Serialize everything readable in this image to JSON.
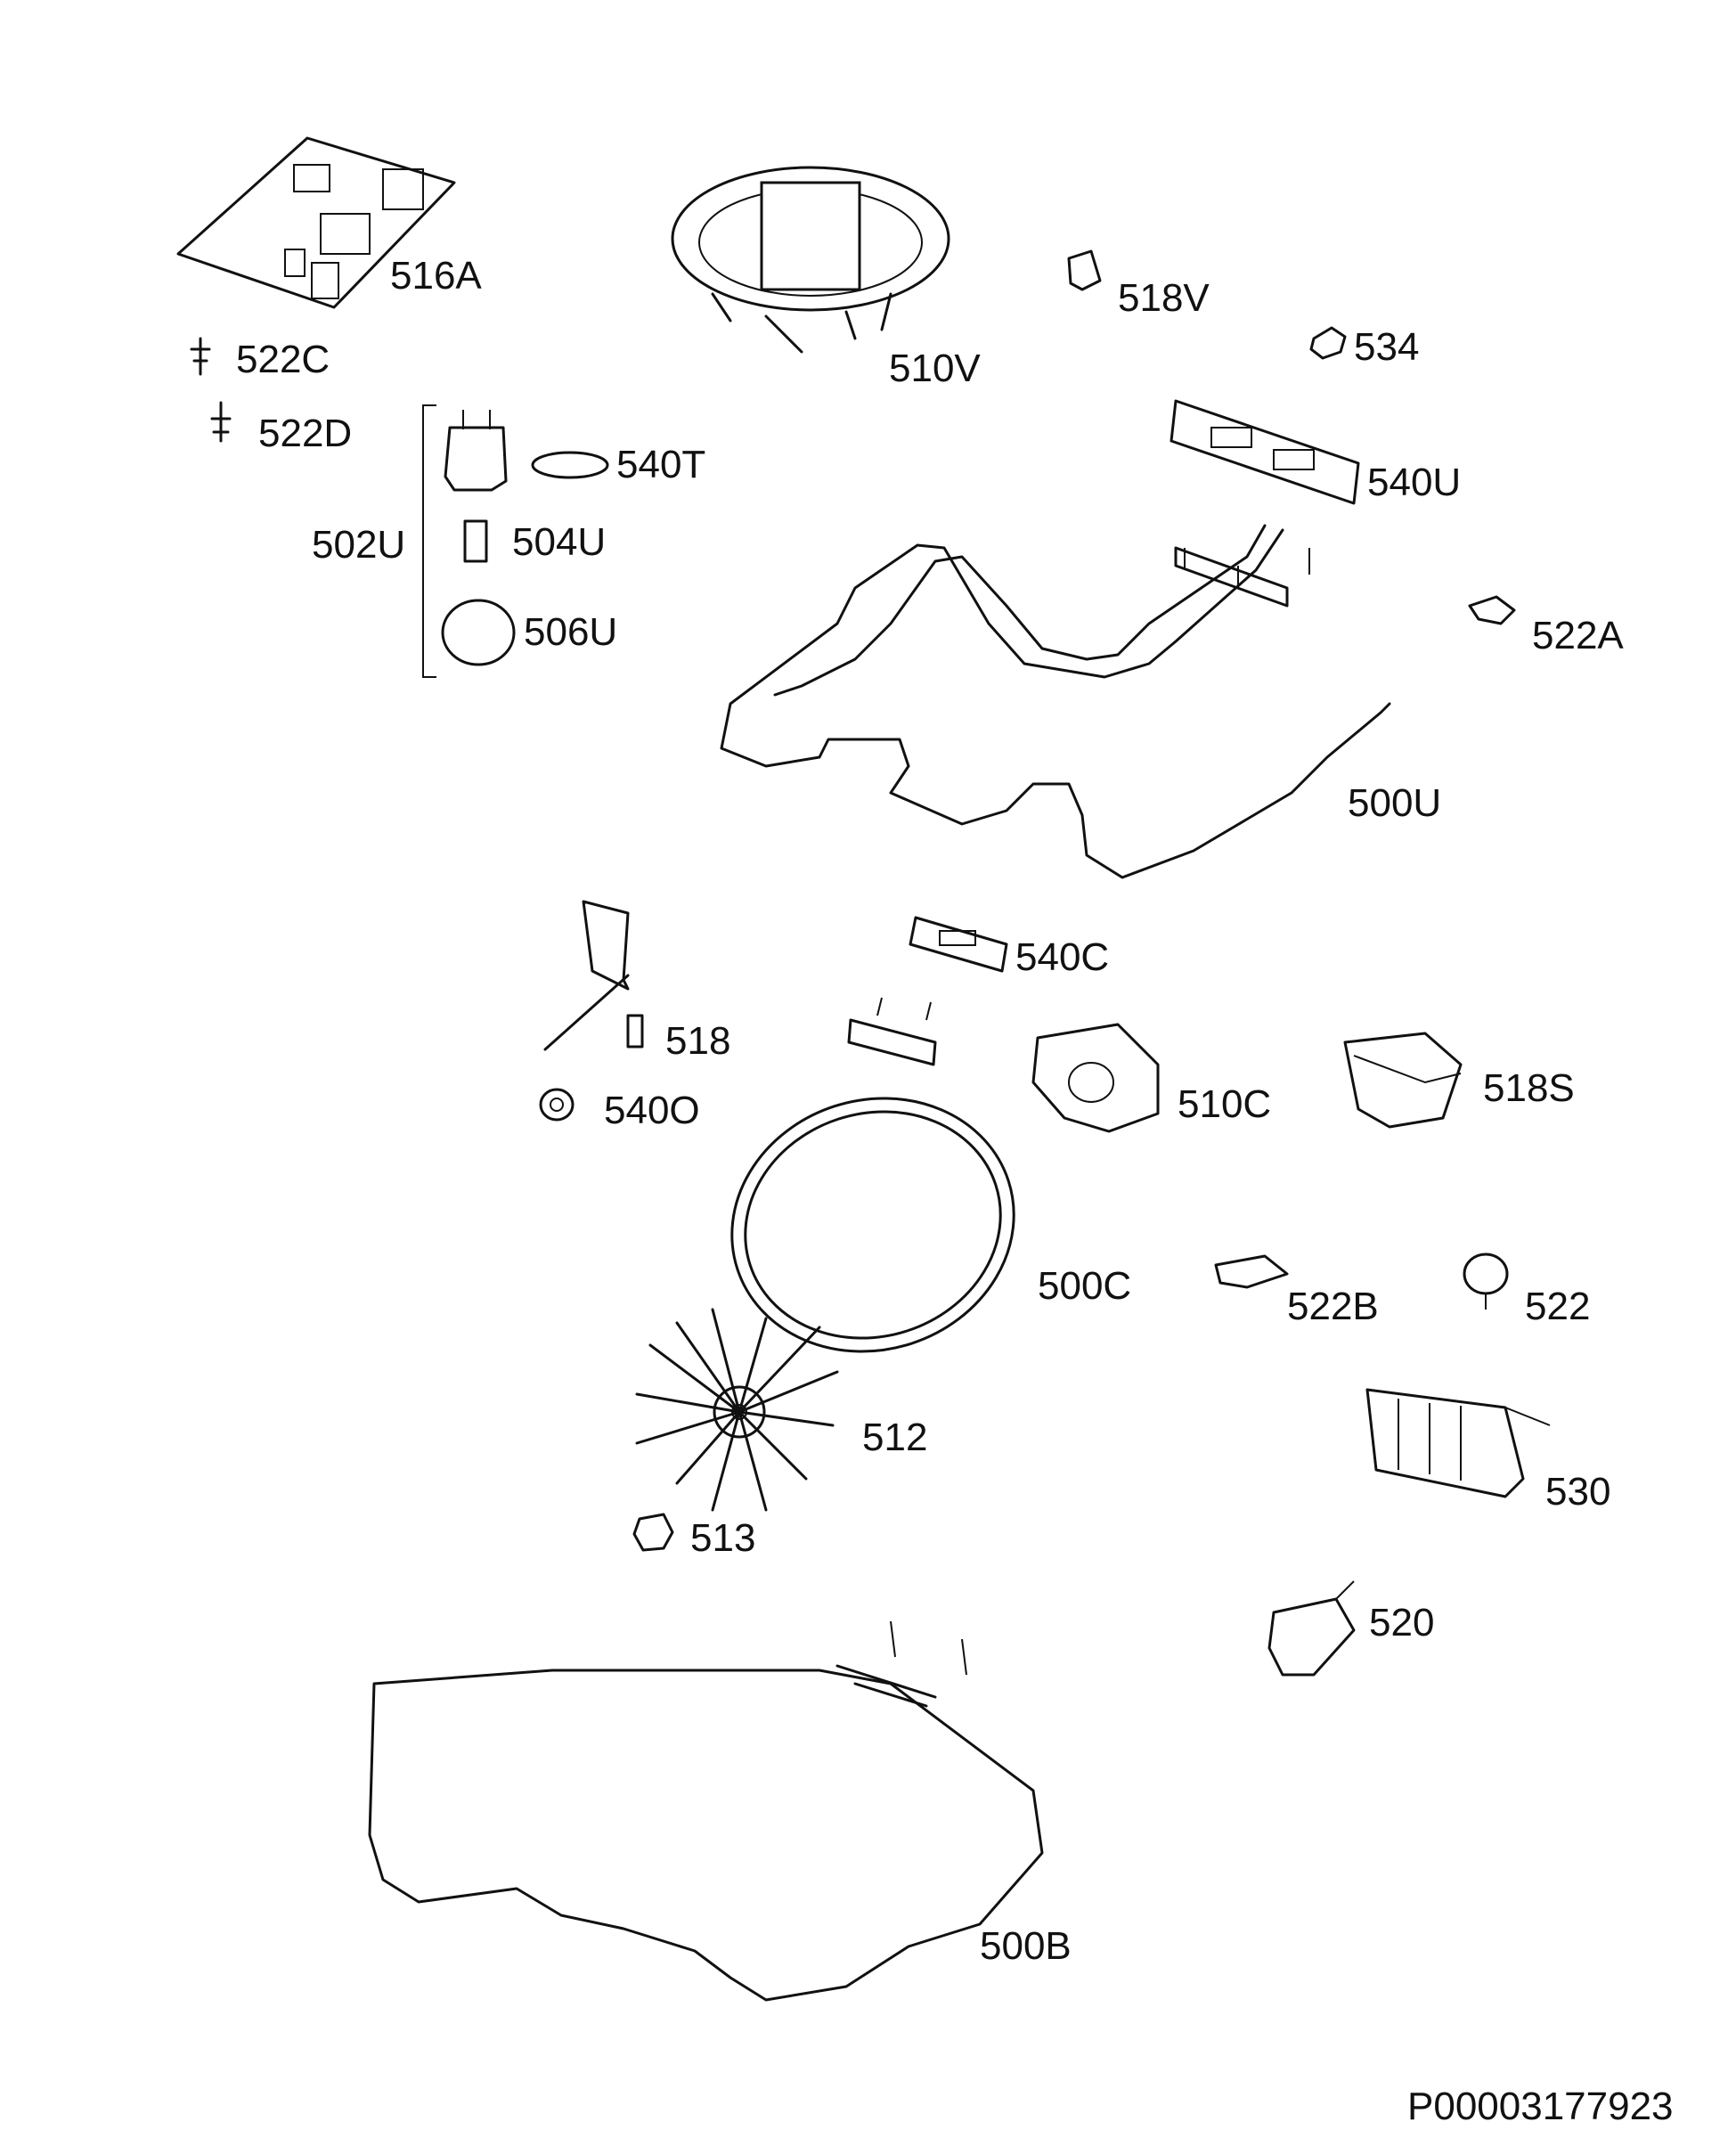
{
  "labels": {
    "l516A": "516A",
    "l510V": "510V",
    "l518V": "518V",
    "l534": "534",
    "l522C": "522C",
    "l522D": "522D",
    "l540T": "540T",
    "l540U": "540U",
    "l502U": "502U",
    "l504U": "504U",
    "l506U": "506U",
    "l522A": "522A",
    "l500U": "500U",
    "l540C": "540C",
    "l518": "518",
    "l510C": "510C",
    "l518S": "518S",
    "l540O": "540O",
    "l500C": "500C",
    "l522B": "522B",
    "l522": "522",
    "l512": "512",
    "l530": "530",
    "l513": "513",
    "l520": "520",
    "l500B": "500B"
  },
  "document_id": "P00003177923"
}
